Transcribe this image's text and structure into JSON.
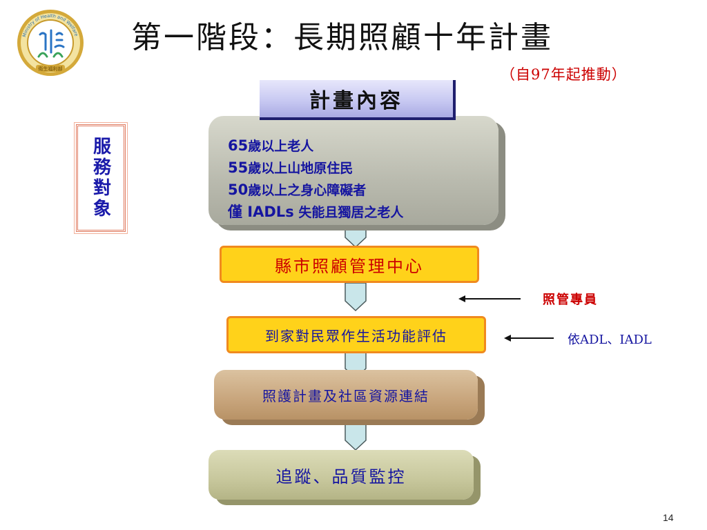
{
  "title": "第一階段：長期照顧十年計畫",
  "subtitle": "（自97年起推動）",
  "logo": {
    "icon": "ministry-of-health-and-welfare-seal",
    "ring_text": "Ministry of Health and Welfare",
    "bottom_text": "衛生福利部"
  },
  "side_box": {
    "label": "服務對象"
  },
  "header_tab": {
    "label": "計畫內容"
  },
  "targets": [
    {
      "num": "65",
      "text": "歲以上老人"
    },
    {
      "num": "55",
      "text": "歲以上山地原住民"
    },
    {
      "num": "50",
      "text": "歲以上之身心障礙者"
    },
    {
      "num": "僅 IADLs",
      "text": " 失能且獨居之老人"
    }
  ],
  "flow": {
    "center": "縣市照顧管理中心",
    "assessment": "到家對民眾作生活功能評估",
    "plan": "照護計畫及社區資源連結",
    "monitor": "追蹤、品質監控"
  },
  "annotations": {
    "care_manager": "照管專員",
    "adl": "依ADL、IADL"
  },
  "page_number": "14",
  "colors": {
    "title": "#111111",
    "subtitle": "#cc0000",
    "blue_text": "#1515a0",
    "red_text": "#cc0000",
    "orange_fill": "#ffd21a",
    "orange_border": "#f08a1e",
    "connector": "#c9e6ea"
  }
}
